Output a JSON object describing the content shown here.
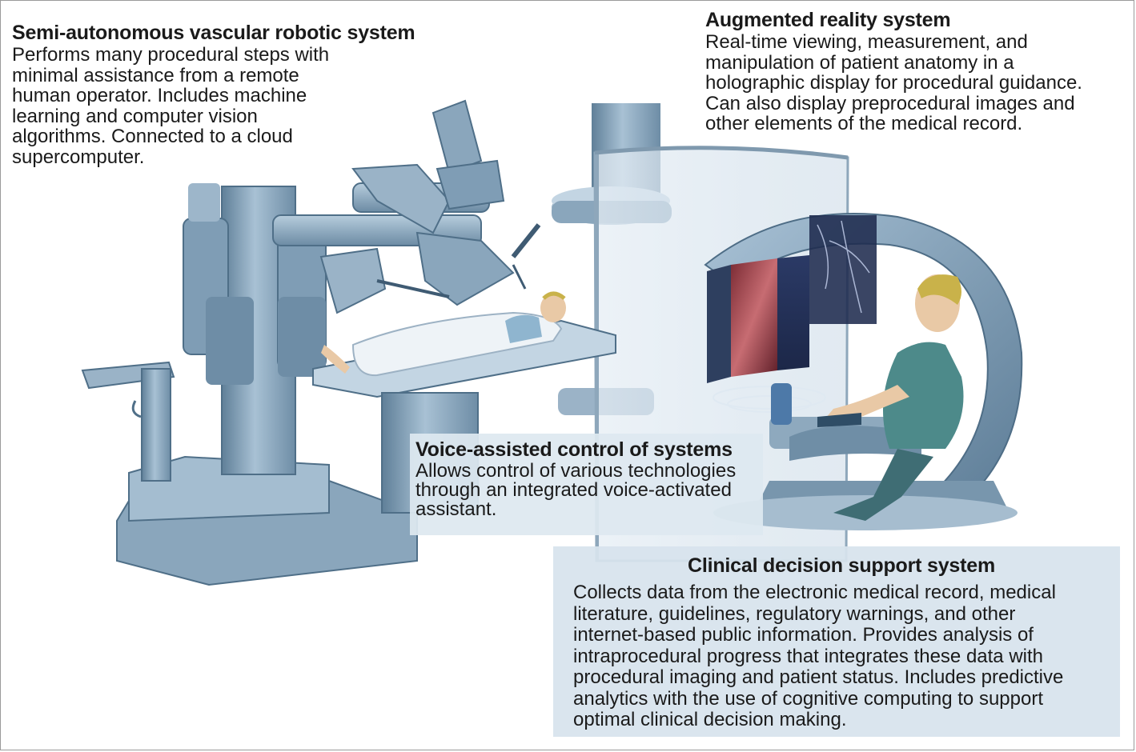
{
  "robotic_system": {
    "title": "Semi-autonomous vascular robotic system",
    "lines": [
      "Performs many procedural steps with",
      "minimal assistance from a remote",
      "human operator.  Includes machine",
      "learning and computer vision",
      "algorithms.  Connected to a cloud",
      "supercomputer."
    ]
  },
  "ar_system": {
    "title": "Augmented reality system",
    "lines": [
      "Real-time viewing, measurement, and",
      "manipulation of patient anatomy in a",
      "holographic display for procedural guidance.",
      "Can also display preprocedural images and",
      "other elements of the medical record."
    ]
  },
  "voice_control": {
    "title": "Voice-assisted control of systems",
    "lines": [
      "Allows control of various technologies",
      "through an integrated voice-activated",
      "assistant."
    ]
  },
  "decision_support": {
    "title": "Clinical decision support system",
    "lines": [
      "Collects data from the electronic medical record, medical",
      "literature, guidelines, regulatory warnings, and other",
      "internet-based public information. Provides analysis of",
      "intraprocedural  progress that integrates these data with",
      "procedural imaging and patient status. Includes predictive",
      "analytics with the use of cognitive computing to support",
      "optimal clinical decision making."
    ]
  },
  "colors": {
    "steel": "#7f9db5",
    "steel_light": "#b9cedd",
    "steel_dark": "#4f6f88",
    "label_panel": "#dbe6ef",
    "skin": "#e9c9a6",
    "scrubs": "#4d8a8a",
    "hair": "#c9b24a"
  }
}
